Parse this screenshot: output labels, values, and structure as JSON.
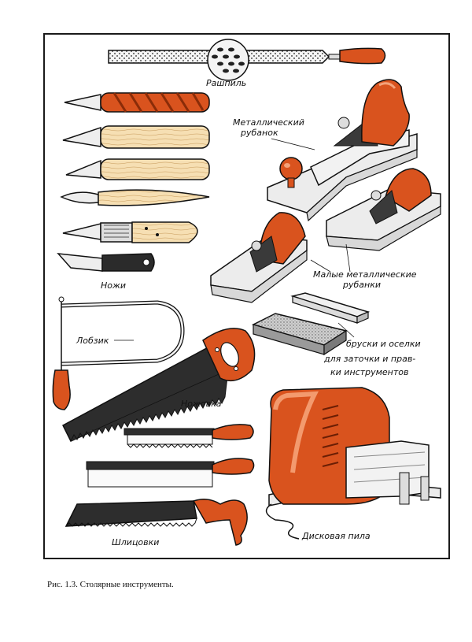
{
  "labels": {
    "rasp": "Рашпиль",
    "metal_plane": [
      "Металлический",
      "рубанок"
    ],
    "knives": "Ножи",
    "small_planes": [
      "Малые металлические",
      "рубанки"
    ],
    "fretsaw": "Лобзик",
    "whetstones": [
      "бруски и оселки",
      "для заточки и прав-",
      "ки инструментов"
    ],
    "handsaw": "Ножовка",
    "backsaws": "Шлицовки",
    "circular_saw": "Дисковая пила"
  },
  "caption": {
    "number": "Рис. 1.3.",
    "text": "Столярные инструменты."
  },
  "colors": {
    "handle": "#d9531e",
    "handle_dark": "#a8380f",
    "wood": "#f6dfb3",
    "metal": "#e9e9e9",
    "ink": "#111111"
  }
}
